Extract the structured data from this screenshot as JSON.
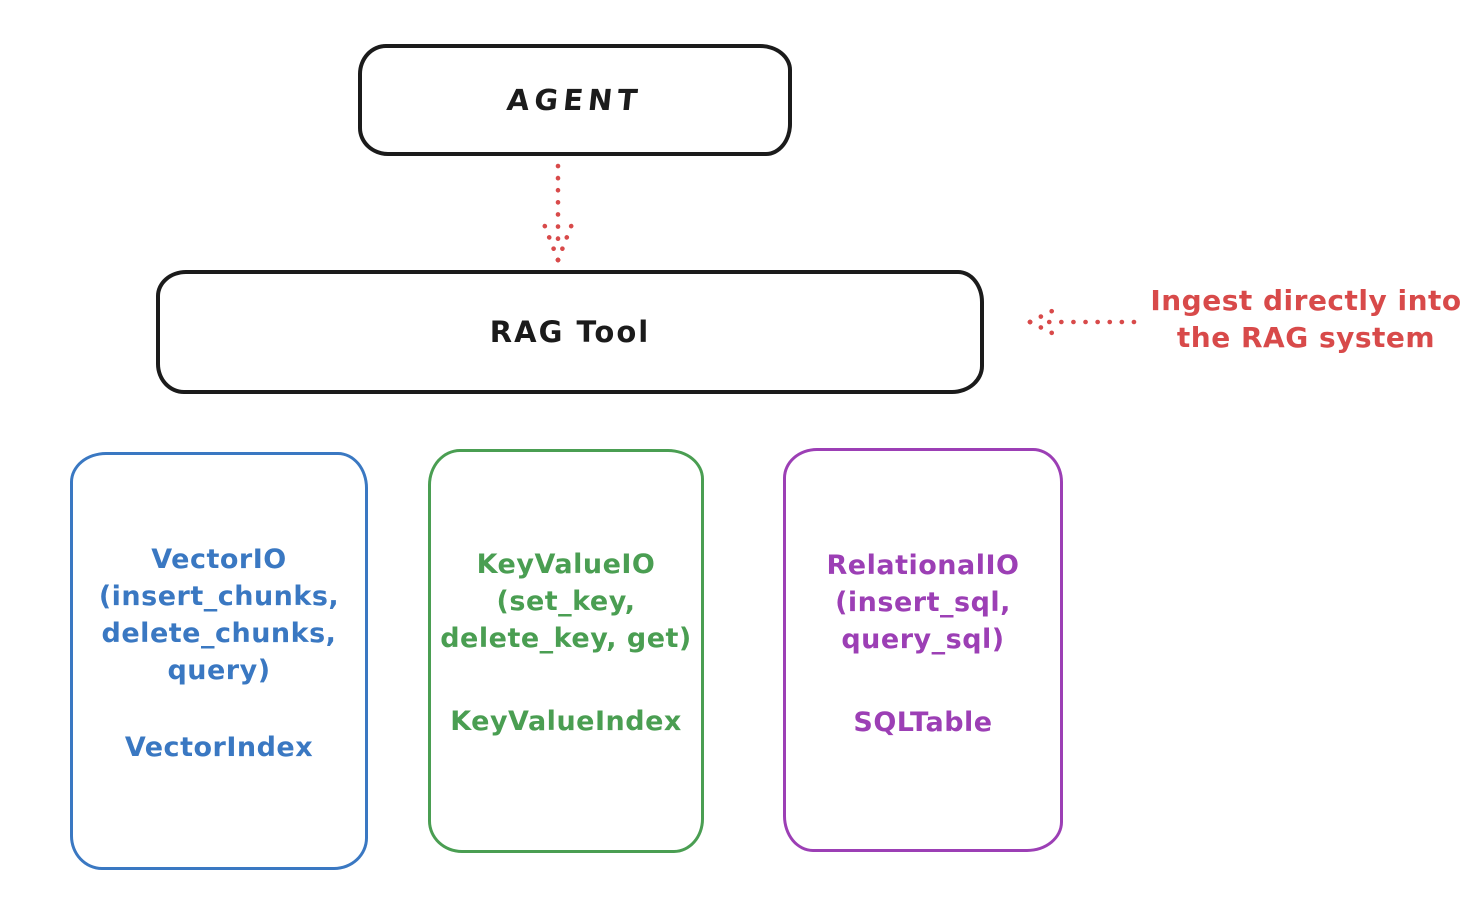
{
  "colors": {
    "background": "#ffffff",
    "ink": "#1b1b1b",
    "red": "#d84a4a",
    "blue": "#3a78c2",
    "green": "#4a9e52",
    "purple": "#9c3fb5"
  },
  "nodes": {
    "agent": {
      "label": "AGENT"
    },
    "rag_tool": {
      "label": "RAG Tool"
    },
    "vector_io": {
      "lines": [
        "VectorIO",
        "(insert_chunks,",
        "delete_chunks,",
        "query)"
      ],
      "index": "VectorIndex",
      "color": "#3a78c2"
    },
    "keyvalue_io": {
      "lines": [
        "KeyValueIO",
        "(set_key,",
        "delete_key, get)"
      ],
      "index": "KeyValueIndex",
      "color": "#4a9e52"
    },
    "relational_io": {
      "lines": [
        "RelationalIO",
        "(insert_sql,",
        "query_sql)"
      ],
      "index": "SQLTable",
      "color": "#9c3fb5"
    }
  },
  "annotation": {
    "lines": [
      "Ingest directly into",
      "the RAG system"
    ],
    "color": "#d84a4a"
  }
}
